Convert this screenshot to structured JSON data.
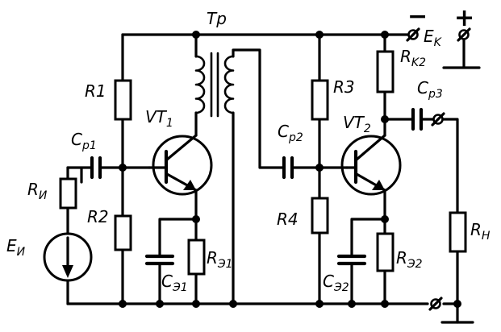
{
  "labels": {
    "transformer": "Tp",
    "r1": "R1",
    "r2": "R2",
    "r3": "R3",
    "r4": "R4",
    "cp1_main": "C",
    "cp1_sub": "p1",
    "cp2_main": "C",
    "cp2_sub": "p2",
    "cp3_main": "C",
    "cp3_sub": "p3",
    "vt1_main": "VT",
    "vt1_sub": "1",
    "vt2_main": "VT",
    "vt2_sub": "2",
    "ri_main": "R",
    "ri_sub": "И",
    "ei_main": "E",
    "ei_sub": "И",
    "ek_main": "E",
    "ek_sub": "K",
    "rk2_main": "R",
    "rk2_sub": "K2",
    "re1_main": "R",
    "re1_sub": "Э1",
    "ce1_main": "C",
    "ce1_sub": "Э1",
    "re2_main": "R",
    "re2_sub": "Э2",
    "ce2_main": "C",
    "ce2_sub": "Э2",
    "rn_main": "R",
    "rn_sub": "H",
    "minus": "−",
    "plus": "+"
  }
}
